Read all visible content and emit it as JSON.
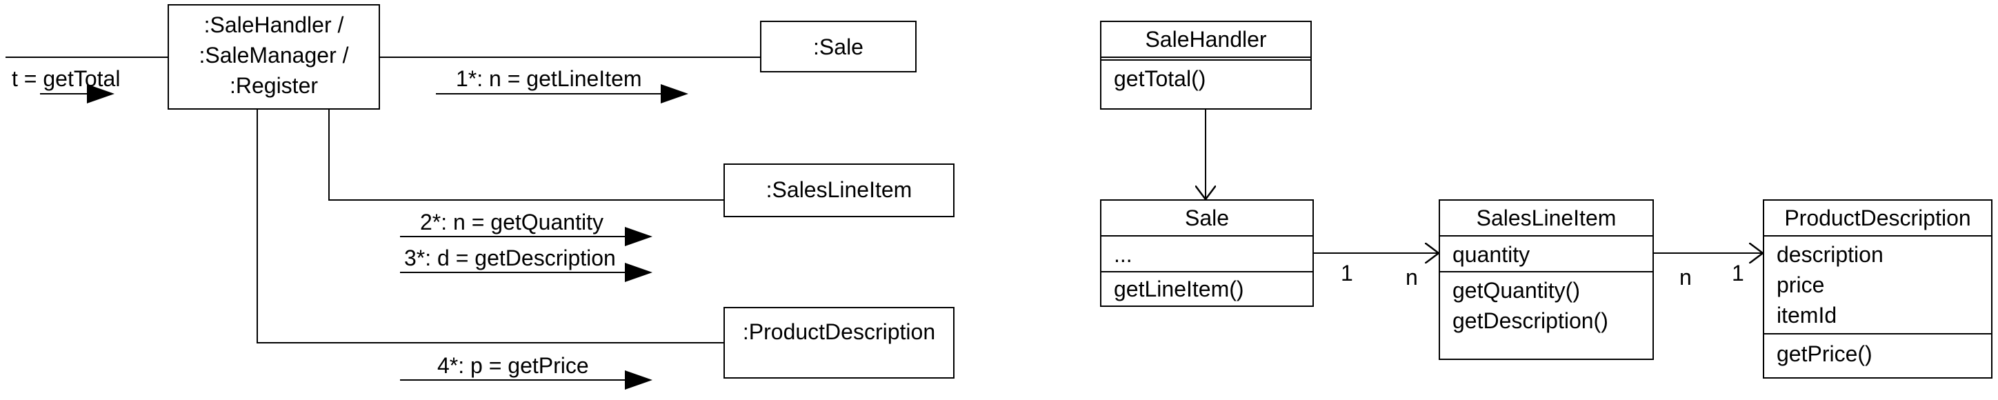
{
  "collaboration": {
    "objects": {
      "handler": [
        ":SaleHandler /",
        ":SaleManager /",
        ":Register"
      ],
      "sale": ":Sale",
      "sales_line_item": ":SalesLineItem",
      "product_description": ":ProductDescription"
    },
    "messages": {
      "get_total": "t = getTotal",
      "get_line_item": "1*: n = getLineItem",
      "get_quantity": "2*: n = getQuantity",
      "get_description": "3*: d = getDescription",
      "get_price": "4*: p = getPrice"
    }
  },
  "class_diagram": {
    "sale_handler": {
      "name": "SaleHandler",
      "operations": [
        "getTotal()"
      ]
    },
    "sale": {
      "name": "Sale",
      "attributes": [
        "..."
      ],
      "operations": [
        "getLineItem()"
      ]
    },
    "sales_line_item": {
      "name": "SalesLineItem",
      "attributes": [
        "quantity"
      ],
      "operations": [
        "getQuantity()",
        "getDescription()"
      ]
    },
    "product_description": {
      "name": "ProductDescription",
      "attributes": [
        "description",
        "price",
        "itemId"
      ],
      "operations": [
        "getPrice()"
      ]
    },
    "multiplicities": {
      "sale_to_item_source": "1",
      "sale_to_item_target": "n",
      "item_to_product_source": "n",
      "item_to_product_target": "1"
    }
  }
}
